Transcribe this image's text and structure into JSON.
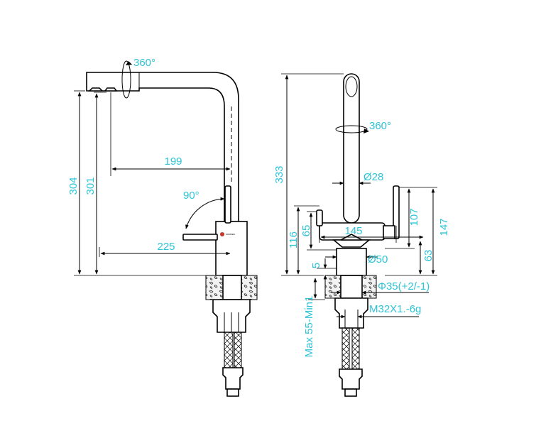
{
  "side_view": {
    "rotation_top": "360°",
    "height_total": "304",
    "height_outlet": "301",
    "reach_199": "199",
    "handle_angle": "90°",
    "reach_225": "225",
    "brand_logo_text": "KORNER"
  },
  "front_view": {
    "height_total": "333",
    "rotation_mid": "360°",
    "spout_diameter": "Ø28",
    "body_height_116": "116",
    "body_height_65": "65",
    "width_145": "145",
    "height_107": "107",
    "height_147": "147",
    "base_diameter": "Ø50",
    "height_63": "63",
    "height_5": "5",
    "hole_diameter": "Φ35(+2/-1)",
    "thread": "M32X1.-6g",
    "max_thickness": "Max 55-Min1"
  }
}
